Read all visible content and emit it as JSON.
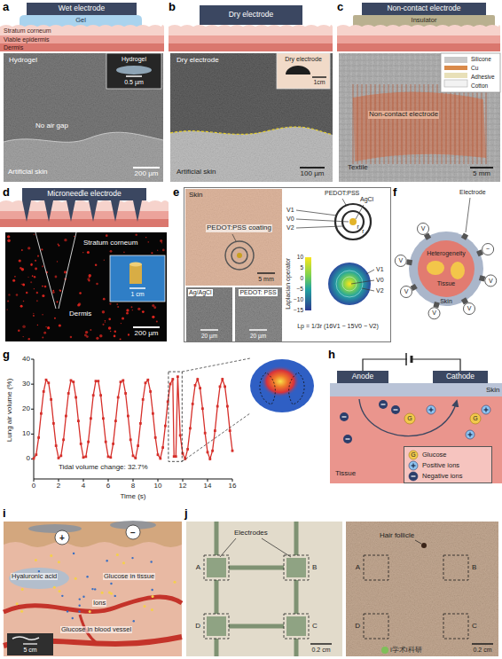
{
  "diagram": {
    "nodes": [
      {
        "text": [
          "Wet electrode"
        ]
      },
      {
        "text": [
          "Gel"
        ]
      },
      {
        "text": [
          "Stratum corneum"
        ]
      },
      {
        "text": [
          "Viable epidermis"
        ]
      },
      {
        "text": [
          "Dermis"
        ]
      },
      {
        "text": [
          "Dry electrode"
        ]
      },
      {
        "text": [
          "Non-contact electrode"
        ]
      },
      {
        "text": [
          "Insulator"
        ]
      },
      {
        "text": [
          "Microneedle electrode"
        ]
      },
      {
        "text": [
          "Anode"
        ]
      },
      {
        "text": [
          "Cathode"
        ]
      }
    ],
    "edges": [
      {
        "from": 9,
        "to": 10,
        "arrow": "none"
      }
    ],
    "labels": [
      "a",
      "b",
      "c",
      "d",
      "e",
      "f",
      "g",
      "h",
      "i",
      "j",
      "Hydrogel",
      "Hydrogel",
      "0.5 µm",
      "No air gap",
      "Artificial skin",
      "200 µm",
      "Dry electrode",
      "Dry electrode",
      "1cm",
      "Artificial skin",
      "100 µm",
      "Silicone",
      "Cu",
      "Adhesive",
      "Cotton",
      "Non-contact electrode",
      "Textile",
      "5 mm",
      "Stratum corneum",
      "Dermis",
      "200 µm",
      "1 cm",
      "Skin",
      "PEDOT:PSS coating",
      "5 mm",
      "Ag/AgCl",
      "20 µm",
      "PEDOT: PSS",
      "20 µm",
      "PEDOT:PSS",
      "AgCl",
      "V1",
      "V0",
      "V2",
      "r",
      "r",
      "Laplacian operator",
      "10",
      "5",
      "0",
      "−5",
      "−10",
      "−15",
      "V1",
      "V0",
      "V2",
      "Lp = 1/3r (16V1 − 15V0 − V2)",
      "Electrode",
      "Heterogeneity",
      "Tissue",
      "Skin",
      "V",
      "V",
      "V",
      "V",
      "V",
      "V",
      "~",
      "Lung air volume (%)",
      "0",
      "10",
      "20",
      "30",
      "40",
      "0",
      "2",
      "4",
      "6",
      "8",
      "10",
      "12",
      "14",
      "16",
      "Time (s)",
      "Tidal volume change: 32.7%",
      "Skin",
      "G",
      "G",
      "Tissue",
      "G",
      "+",
      "−",
      "Hyaluronic acid",
      "Glucose in tissue",
      "Ions",
      "Glucose in blood vessel",
      "5 cm",
      "Electrodes",
      "A",
      "B",
      "D",
      "C",
      "0.2 cm",
      "Hair follicle",
      "A",
      "B",
      "D",
      "C",
      "0.2 cm",
      "i学术i科研"
    ],
    "legend": [
      {
        "text": "Glucose"
      },
      {
        "text": "Positive ions"
      },
      {
        "text": "Negative ions"
      }
    ]
  }
}
